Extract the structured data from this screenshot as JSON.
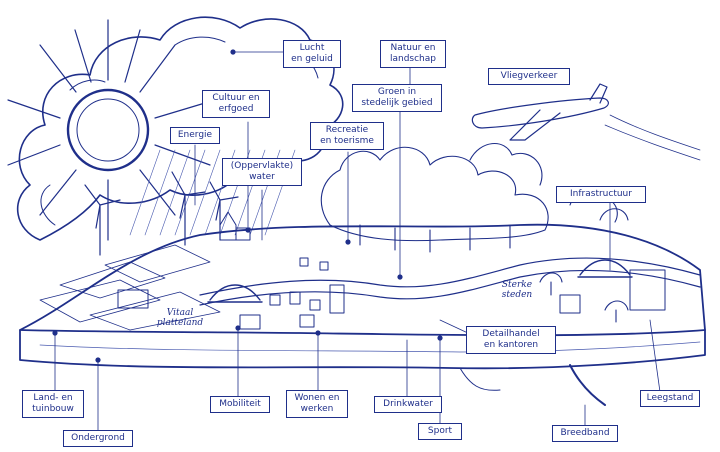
{
  "labels": {
    "lucht": [
      "Lucht",
      "en geluid"
    ],
    "natuur": [
      "Natuur en",
      "landschap"
    ],
    "vliegverkeer": [
      "Vliegverkeer"
    ],
    "cultuur": [
      "Cultuur en",
      "erfgoed"
    ],
    "groen": [
      "Groen in",
      "stedelijk gebied"
    ],
    "energie": [
      "Energie"
    ],
    "recreatie": [
      "Recreatie",
      "en toerisme"
    ],
    "water": [
      "(Oppervlakte)",
      "water"
    ],
    "infrastructuur": [
      "Infrastructuur"
    ],
    "detailhandel": [
      "Detailhandel",
      "en kantoren"
    ],
    "land": [
      "Land- en",
      "tuinbouw"
    ],
    "mobiliteit": [
      "Mobiliteit"
    ],
    "wonen": [
      "Wonen en",
      "werken"
    ],
    "drinkwater": [
      "Drinkwater"
    ],
    "leegstand": [
      "Leegstand"
    ],
    "ondergrond": [
      "Ondergrond"
    ],
    "sport": [
      "Sport"
    ],
    "breedband": [
      "Breedband"
    ]
  },
  "area_texts": {
    "vitaal": [
      "Vitaal",
      "platteland"
    ],
    "sterke": [
      "Sterke",
      "steden"
    ]
  },
  "colors": {
    "ink": "#1f2f8a",
    "ink_light": "#4a5bb0",
    "background": "#ffffff"
  }
}
